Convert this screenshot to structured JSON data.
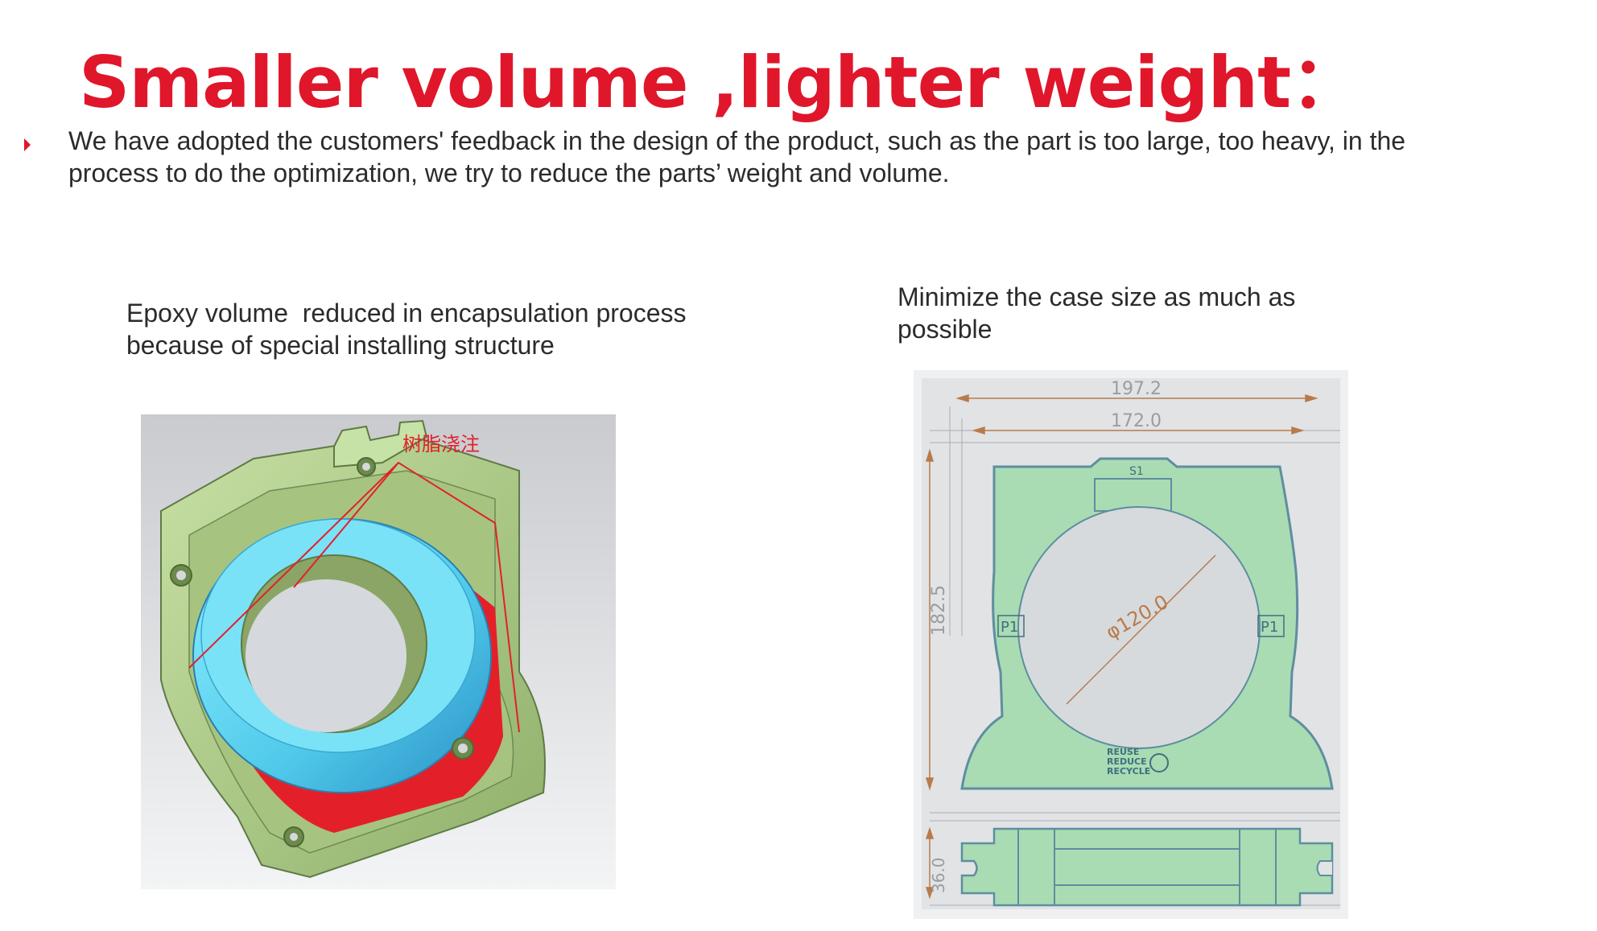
{
  "title": "Smaller volume ,lighter weight：",
  "intro": "We have adopted the customers' feedback in the design of the product, such as the part is too large, too heavy, in the process to do the optimization, we try to reduce the parts’ weight and volume.",
  "left_panel": {
    "caption_line1": "Epoxy volume  reduced in encapsulation process",
    "caption_line2": "because of special installing structure",
    "annotation": "树脂浇注"
  },
  "right_panel": {
    "caption_line1": "Minimize the case size as much as",
    "caption_line2": "possible",
    "dim_outer_width": "197.2",
    "dim_inner_width": "172.0",
    "dim_diameter": "φ120.0",
    "dim_height": "182.5",
    "dim_thickness": "36.0",
    "label_s1": "S1",
    "label_p1_left": "P1",
    "label_p1_right": "P1",
    "recycle_line1": "REUSE",
    "recycle_line2": "REDUCE",
    "recycle_line3": "RECYCLE"
  },
  "colors": {
    "title_red": "#e0162b",
    "case_green": "#a9dcb3",
    "core_blue": "#5fd3ee",
    "epoxy_red": "#e3202a",
    "housing_green": "#b3cf8e"
  }
}
